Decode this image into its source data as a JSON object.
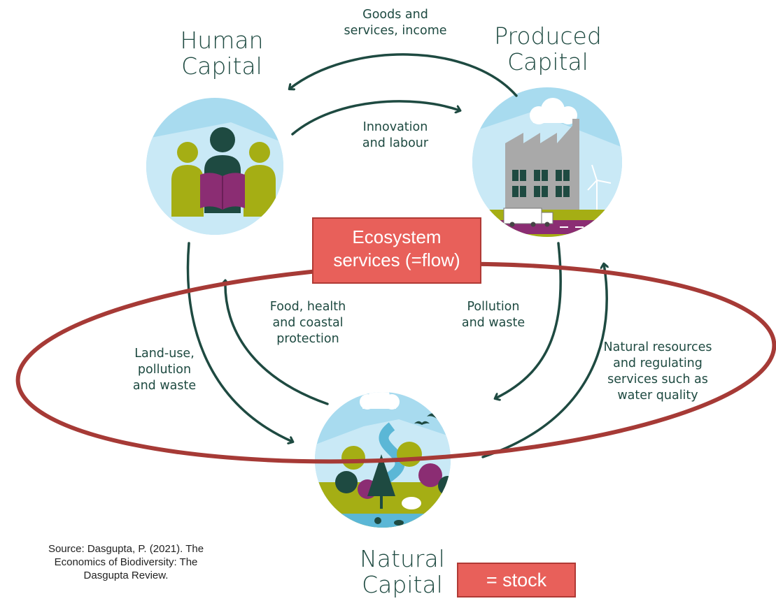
{
  "nodes": {
    "human": {
      "line1": "Human",
      "line2": "Capital"
    },
    "produced": {
      "line1": "Produced",
      "line2": "Capital"
    },
    "natural": {
      "line1": "Natural",
      "line2": "Capital"
    }
  },
  "flows": {
    "goods": {
      "line1": "Goods and",
      "line2": "services, income"
    },
    "innovation": {
      "line1": "Innovation",
      "line2": "and labour"
    },
    "food": {
      "line1": "Food, health",
      "line2": "and coastal",
      "line3": "protection"
    },
    "pollution": {
      "line1": "Pollution",
      "line2": "and waste"
    },
    "landuse": {
      "line1": "Land-use,",
      "line2": "pollution",
      "line3": "and waste"
    },
    "natural_resources": {
      "line1": "Natural resources",
      "line2": "and regulating",
      "line3": "services such as",
      "line4": "water quality"
    }
  },
  "ecosystem_box": {
    "line1": "Ecosystem",
    "line2": "services (=flow)"
  },
  "stock_box": {
    "label": "= stock"
  },
  "source": {
    "line1": "Source: Dasgupta, P. (2021). The",
    "line2": "Economics of Biodiversity: The",
    "line3": "Dasgupta Review."
  },
  "colors": {
    "teal": "#1e4a41",
    "sky": "#a8dbef",
    "olive": "#a5ae14",
    "purple": "#8b2d73",
    "grey": "#a9a9a9",
    "red_box": "#e8605a",
    "ellipse": "#a63a36"
  }
}
